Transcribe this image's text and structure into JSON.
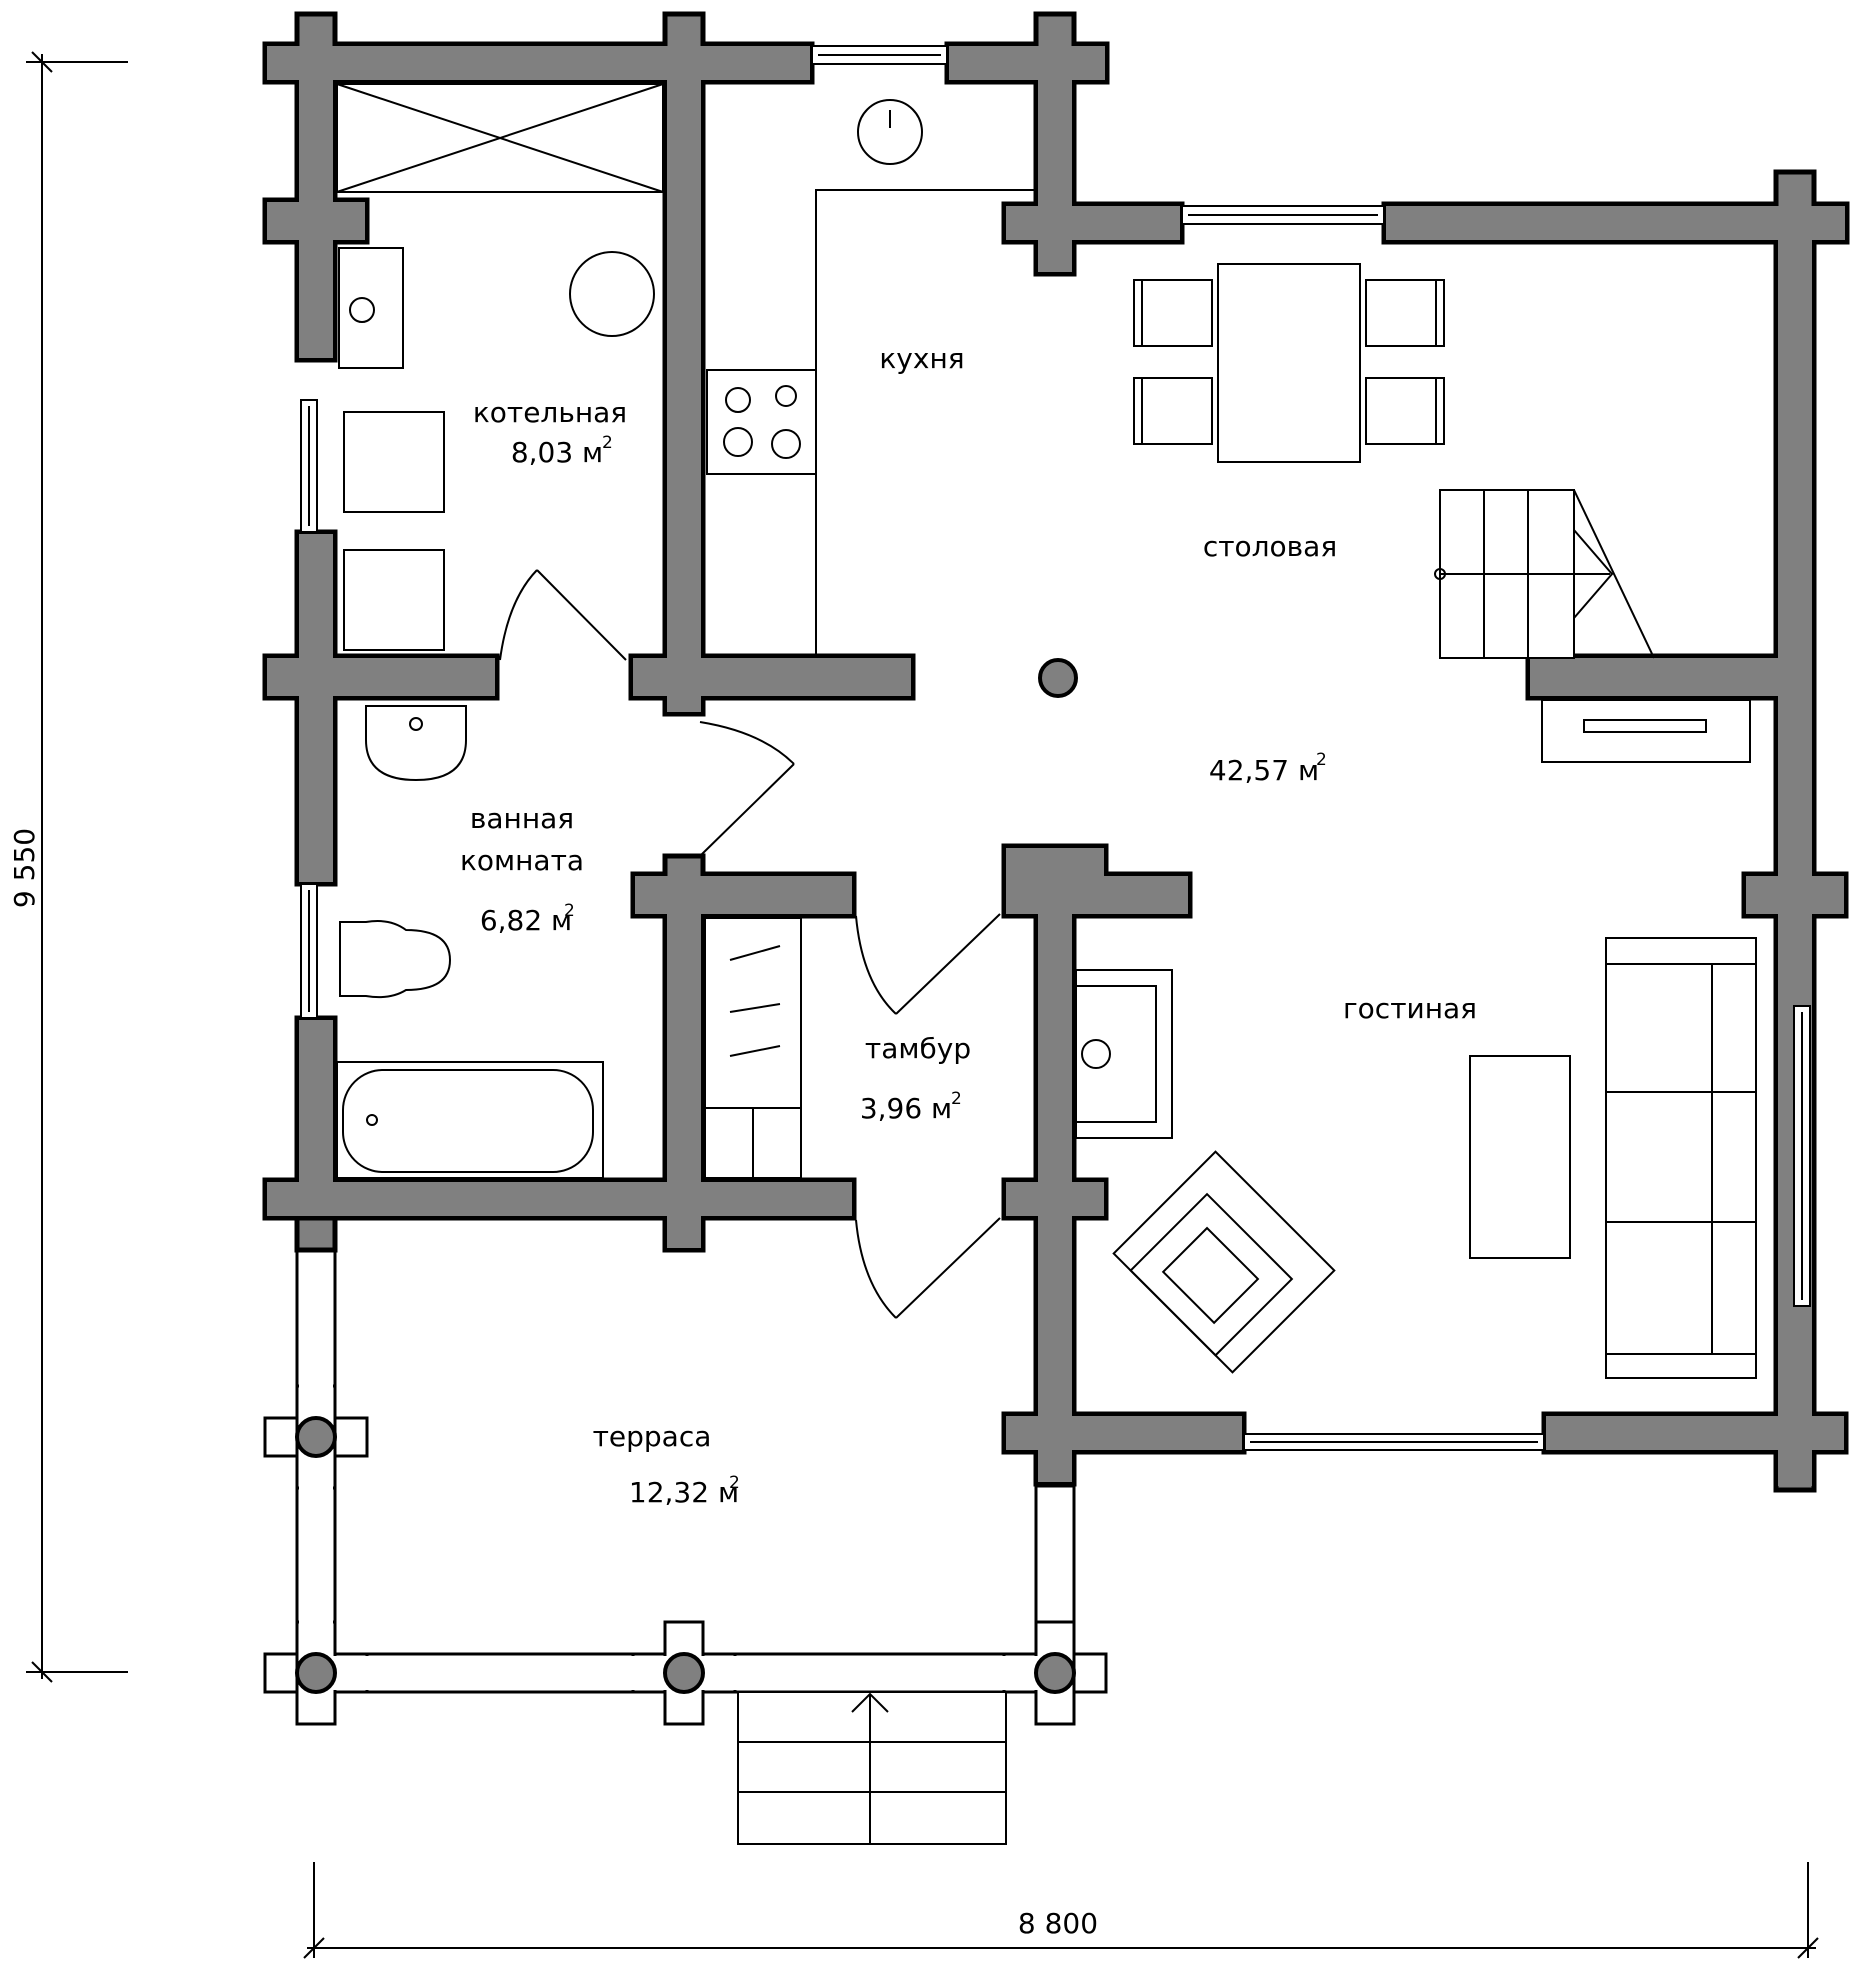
{
  "rooms": {
    "boiler": {
      "name": "котельная",
      "area": "8,03 м",
      "sup": "2"
    },
    "kitchen": {
      "name": "кухня"
    },
    "dining": {
      "name": "столовая",
      "area": "42,57 м",
      "sup": "2"
    },
    "bath": {
      "name1": "ванная",
      "name2": "комната",
      "area": "6,82 м",
      "sup": "2"
    },
    "vestibule": {
      "name": "тамбур",
      "area": "3,96 м",
      "sup": "2"
    },
    "living": {
      "name": "гостиная"
    },
    "terrace": {
      "name": "терраса",
      "area": "12,32 м",
      "sup": "2"
    }
  },
  "dimensions": {
    "height": "9 550",
    "width": "8 800"
  },
  "colors": {
    "wall": "#808080",
    "line": "#000000",
    "background": "#ffffff"
  }
}
